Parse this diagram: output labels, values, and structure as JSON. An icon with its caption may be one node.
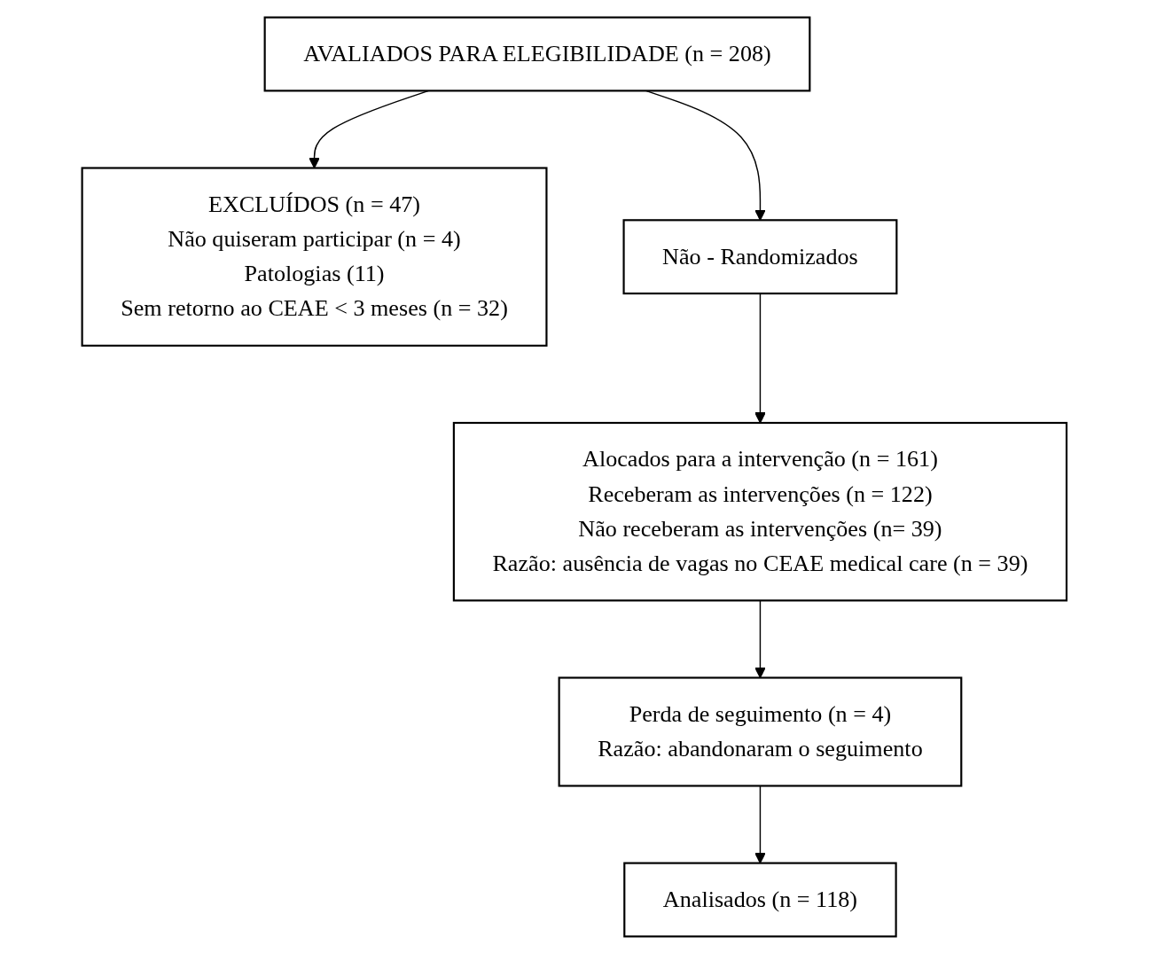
{
  "diagram": {
    "nodes": [
      {
        "text": [
          "AVALIADOS PARA ELEGIBILIDADE (n = 208)"
        ]
      },
      {
        "text": [
          "EXCLUÍDOS (n = 47)",
          "Não quiseram participar (n = 4)",
          "Patologias (11)",
          "Sem retorno ao CEAE  < 3 meses (n = 32)"
        ]
      },
      {
        "text": [
          "Não - Randomizados"
        ]
      },
      {
        "text": [
          "Alocados para a intervenção (n = 161)",
          "Receberam as intervenções (n = 122)",
          "Não receberam as intervenções (n= 39)",
          "Razão: ausência de vagas no CEAE medical care (n = 39)"
        ]
      },
      {
        "text": [
          "Perda de seguimento (n = 4)",
          "Razão: abandonaram o seguimento"
        ]
      },
      {
        "text": [
          "Analisados (n = 118)"
        ]
      }
    ],
    "edges": [
      {
        "from": 0,
        "to": 1,
        "arrow": "to"
      },
      {
        "from": 0,
        "to": 2,
        "arrow": "to"
      },
      {
        "from": 2,
        "to": 3,
        "arrow": "to"
      },
      {
        "from": 3,
        "to": 4,
        "arrow": "to"
      },
      {
        "from": 4,
        "to": 5,
        "arrow": "to"
      }
    ]
  }
}
